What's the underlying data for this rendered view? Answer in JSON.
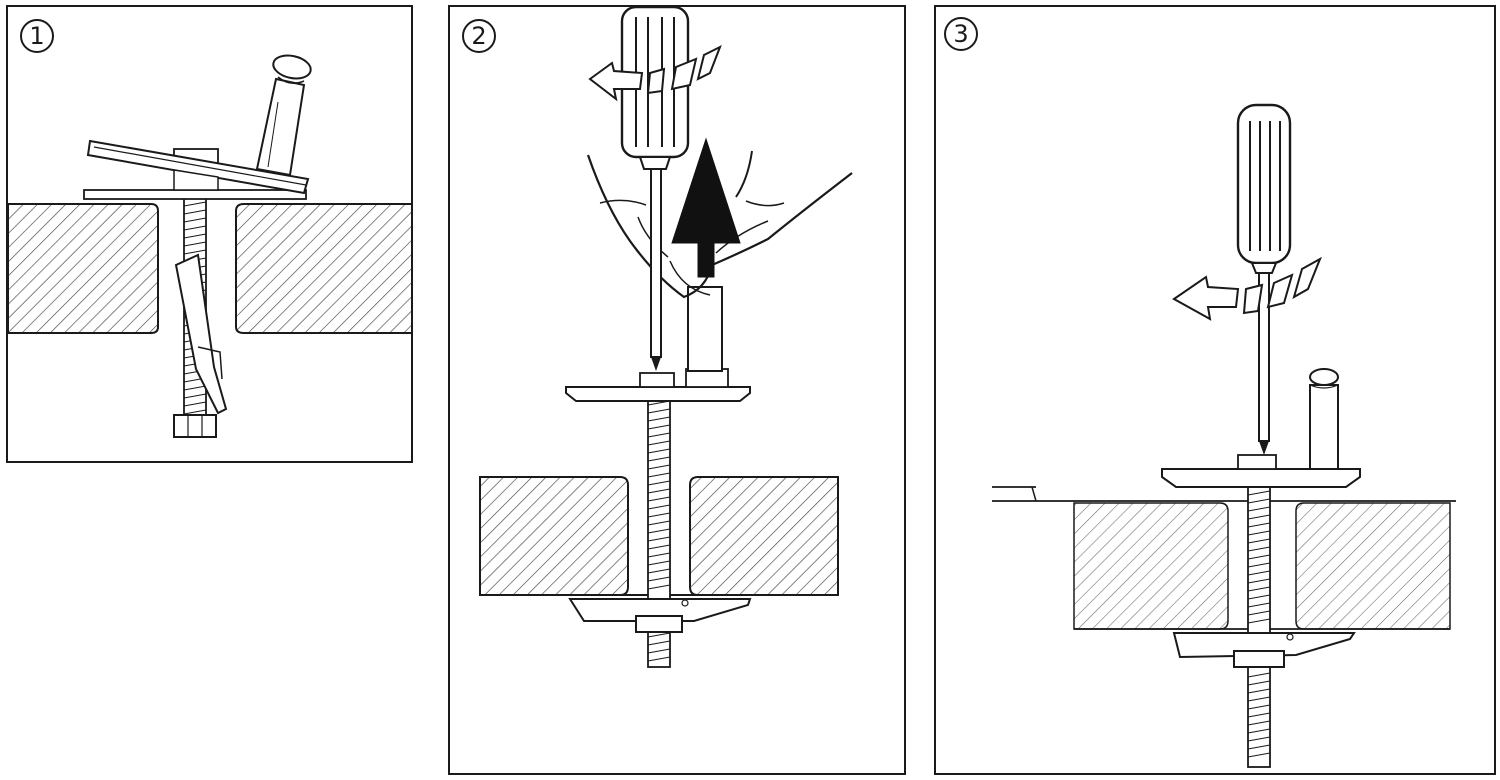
{
  "steps": [
    {
      "number": "1"
    },
    {
      "number": "2"
    },
    {
      "number": "3"
    }
  ],
  "colors": {
    "line": "#1a1a1a",
    "fill": "#ffffff",
    "hatch": "#555555",
    "arrow": "#111111"
  },
  "icons": [
    "screwdriver-icon",
    "rotation-arrow-icon",
    "up-arrow-icon",
    "hand-icon",
    "bolt-icon",
    "clamp-bracket-icon"
  ]
}
